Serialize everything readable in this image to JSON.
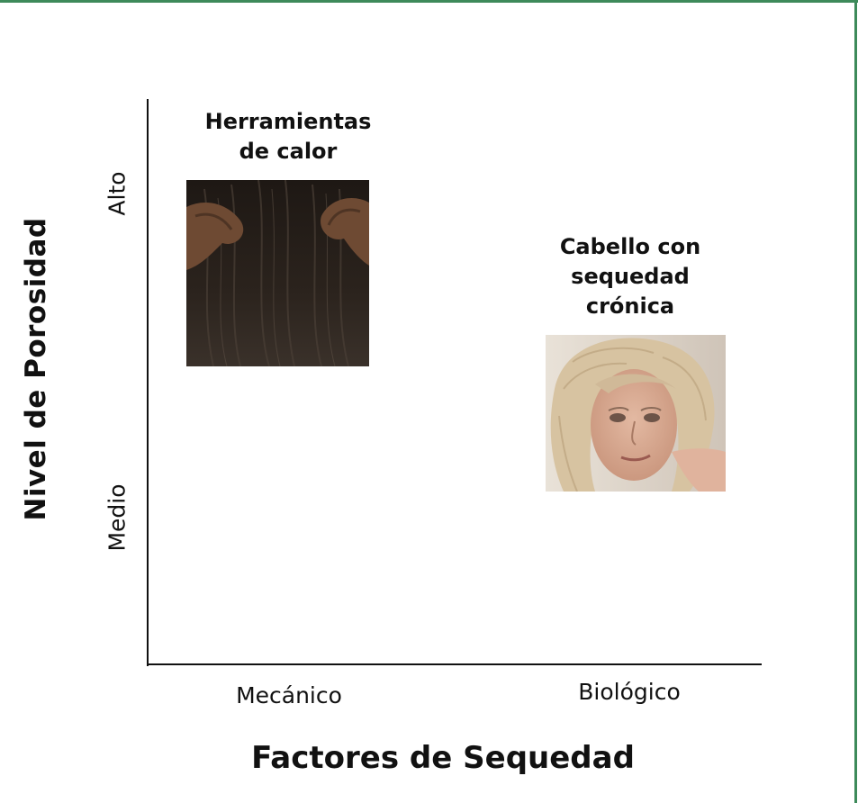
{
  "y_axis": {
    "title": "Nivel de Porosidad",
    "ticks": [
      "Alto",
      "Medio"
    ]
  },
  "x_axis": {
    "title": "Factores de Sequedad",
    "ticks": [
      "Mecánico",
      "Biológico"
    ]
  },
  "items": [
    {
      "label_lines": [
        "Herramientas",
        "de calor"
      ],
      "image": "hands-in-dark-hair-photo"
    },
    {
      "label_lines": [
        "Cabello con",
        "sequedad",
        "crónica"
      ],
      "image": "older-woman-blonde-hair-portrait-photo"
    }
  ],
  "colors": {
    "frame": "#3d8a5a",
    "axis": "#111111",
    "background": "#ffffff"
  }
}
